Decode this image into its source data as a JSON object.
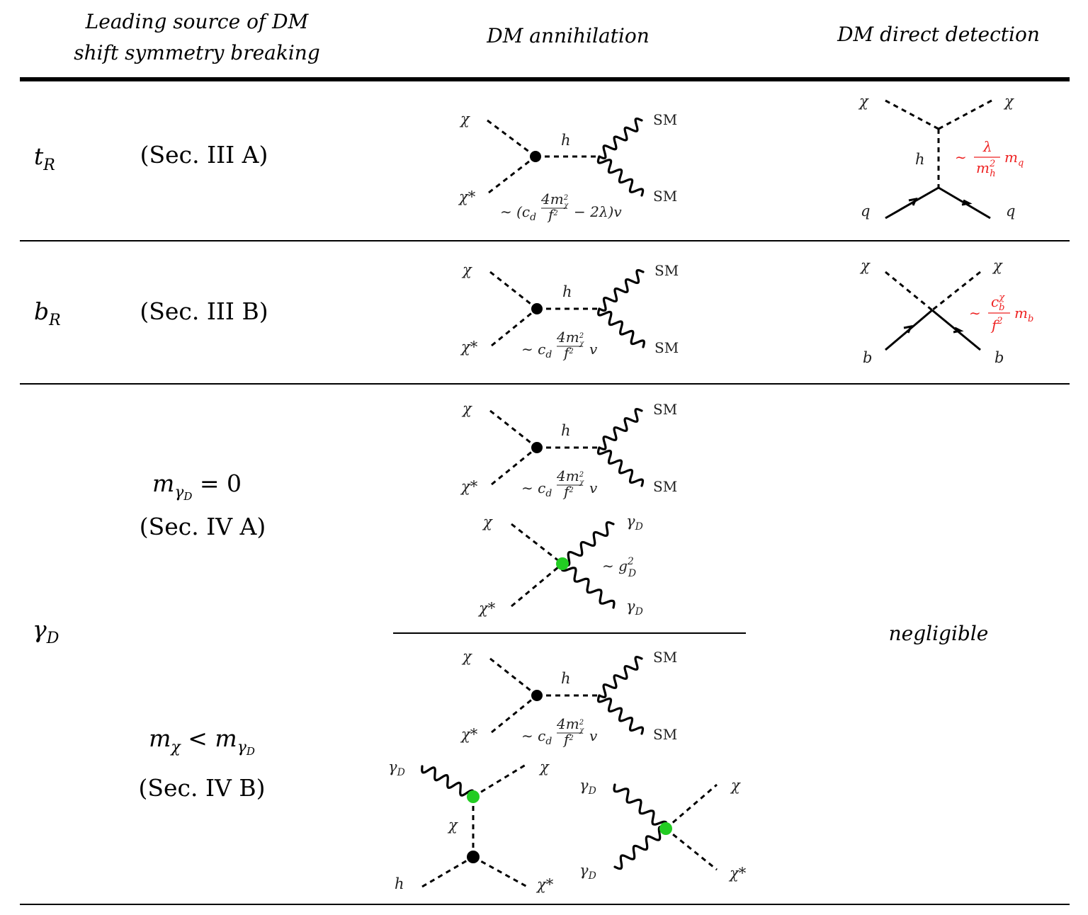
{
  "headers": {
    "col1_line1": "Leading source of DM",
    "col1_line2": "shift symmetry breaking",
    "col2": "DM annihilation",
    "col3": "DM direct detection"
  },
  "rows": {
    "tR": {
      "label_main": "t",
      "label_sub": "R",
      "section": "(Sec. III A)"
    },
    "bR": {
      "label_main": "b",
      "label_sub": "R",
      "section": "(Sec. III B)"
    },
    "gD": {
      "label_main": "γ",
      "label_sub": "D",
      "caseA_main": "m",
      "caseA_sub": "γ",
      "caseA_subsub": "D",
      "caseA_rest": " = 0",
      "caseA_section": "(Sec. IV A)",
      "caseB_main": "m",
      "caseB_sub": "χ",
      "caseB_lt": " < m",
      "caseB_sub2": "γ",
      "caseB_subsub2": "D",
      "caseB_section": "(Sec. IV B)",
      "direct_detection": "negligible"
    }
  },
  "particles": {
    "chi": "χ",
    "chi_star": "χ*",
    "h": "h",
    "sm": "SM",
    "q": "q",
    "b": "b",
    "gammaD": "γ",
    "gammaD_sub": "D"
  },
  "couplings": {
    "tR_annihilation": "∼ (c",
    "tR_annihilation_d": "d",
    "tR_annihilation_num": "4m",
    "tR_annihilation_num_sup": "2",
    "tR_annihilation_num_sub": "χ",
    "tR_annihilation_den": "f",
    "tR_annihilation_den_sup": "2",
    "tR_annihilation_tail": "− 2λ)v",
    "cd_prefix": "∼ c",
    "cd_sub": "d",
    "cd_tail": "v",
    "tR_direct_tilde": "∼",
    "tR_direct_num": "λ",
    "tR_direct_den": "m",
    "tR_direct_den_sup": "2",
    "tR_direct_den_sub": "h",
    "tR_direct_tail": "m",
    "tR_direct_tail_sub": "q",
    "bR_direct_tilde": "∼",
    "bR_direct_num": "c",
    "bR_direct_num_sup": "χ",
    "bR_direct_num_sub": "b",
    "bR_direct_den": "f",
    "bR_direct_den_sup": "2",
    "bR_direct_tail": "m",
    "bR_direct_tail_sub": "b",
    "gD_contact": "∼ g",
    "gD_contact_sup": "2",
    "gD_contact_sub": "D"
  },
  "colors": {
    "black_vertex": "#000000",
    "green_vertex": "#22cc22",
    "red_text": "#ee2222"
  }
}
